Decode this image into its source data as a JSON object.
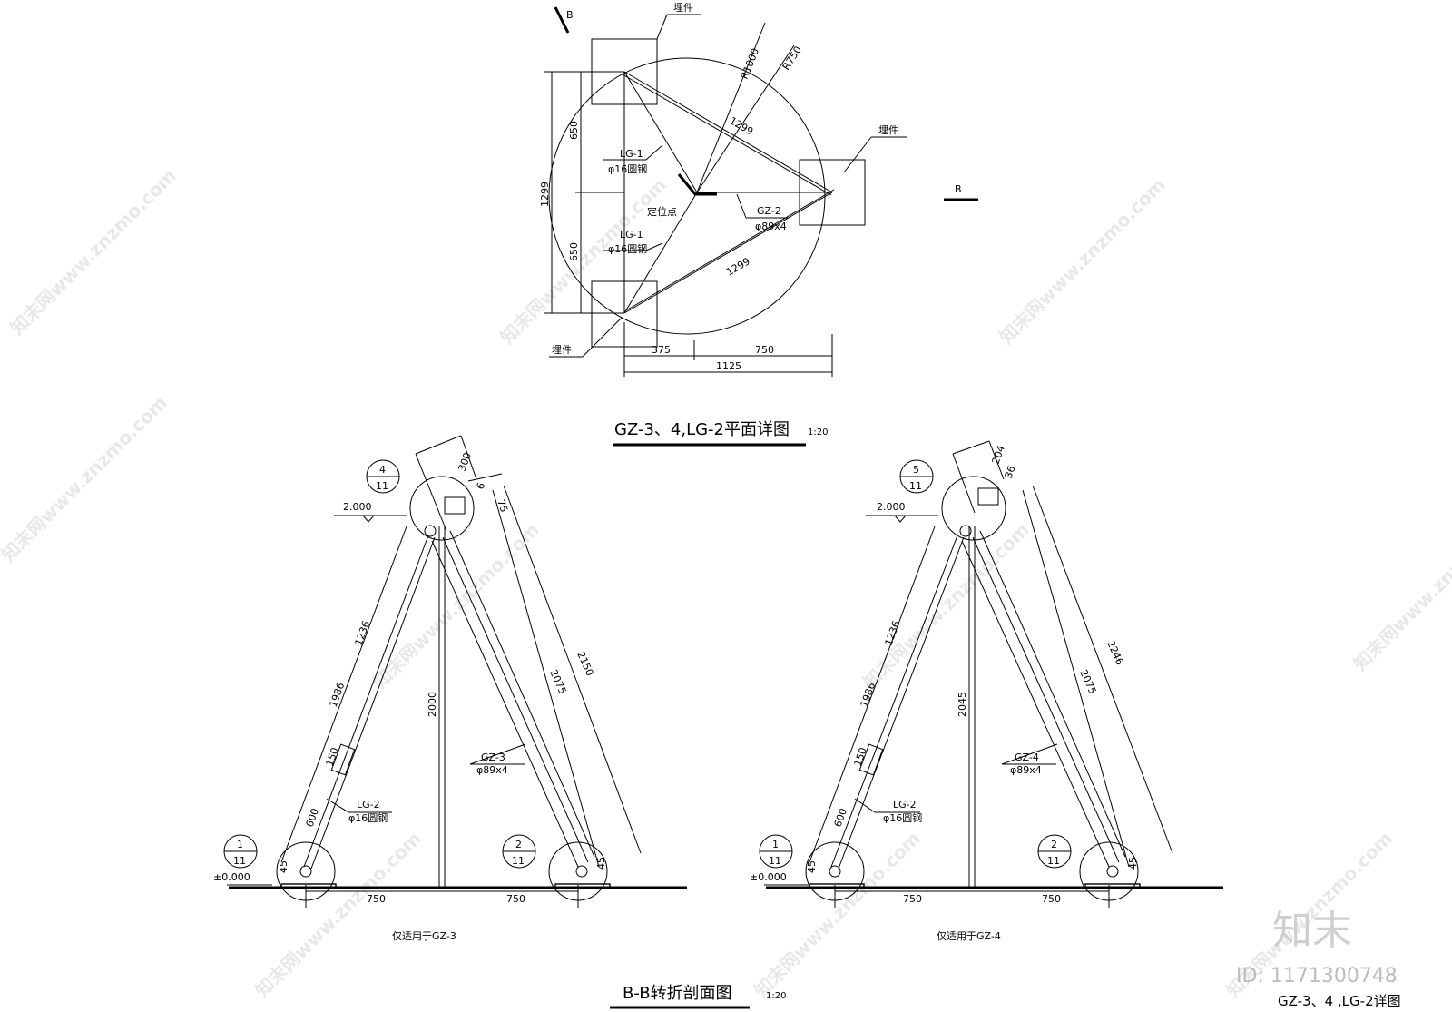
{
  "plan": {
    "title": "GZ-3、4,LG-2平面详图",
    "scale": "1:20",
    "embed_label_1": "埋件",
    "embed_label_2": "埋件",
    "embed_label_3": "埋件",
    "section_mark_top": "B",
    "section_mark_right": "B",
    "radius_outer": "R1000",
    "radius_inner": "R750",
    "dim_1299_top": "1299",
    "dim_1299_bottom": "1299",
    "dim_1299_left": "1299",
    "dim_650_a": "650",
    "dim_650_b": "650",
    "dim_375": "375",
    "dim_750": "750",
    "dim_1125": "1125",
    "lg1_a_name": "LG-1",
    "lg1_a_spec": "φ16圆钢",
    "lg1_b_name": "LG-1",
    "lg1_b_spec": "φ16圆钢",
    "gz2_name": "GZ-2",
    "gz2_spec": "φ89x4",
    "locate_point": "定位点"
  },
  "section": {
    "title": "B-B转折剖面图",
    "scale": "1:20",
    "left": {
      "note": "仅适用于GZ-3",
      "elev_top": "2.000",
      "elev_base": "±0.000",
      "callout_top_num": "4",
      "callout_top_den": "11",
      "callout_left_num": "1",
      "callout_left_den": "11",
      "callout_right_num": "2",
      "callout_right_den": "11",
      "dim_300": "300",
      "dim_6": "6",
      "dim_75": "75",
      "dim_1236": "1236",
      "dim_1986": "1986",
      "dim_150": "150",
      "dim_600": "600",
      "dim_2000": "2000",
      "dim_2150": "2150",
      "dim_2075": "2075",
      "dim_45_l": "45",
      "dim_45_r": "45",
      "dim_750_l": "750",
      "dim_750_r": "750",
      "gz_name": "GZ-3",
      "gz_spec": "φ89x4",
      "lg_name": "LG-2",
      "lg_spec": "φ16圆钢"
    },
    "right": {
      "note": "仅适用于GZ-4",
      "elev_top": "2.000",
      "elev_base": "±0.000",
      "callout_top_num": "5",
      "callout_top_den": "11",
      "callout_left_num": "1",
      "callout_left_den": "11",
      "callout_right_num": "2",
      "callout_right_den": "11",
      "dim_204": "204",
      "dim_36": "36",
      "dim_1236": "1236",
      "dim_1986": "1986",
      "dim_150": "150",
      "dim_600": "600",
      "dim_2045": "2045",
      "dim_2246": "2246",
      "dim_2075": "2075",
      "dim_45_l": "45",
      "dim_45_r": "45",
      "dim_750_l": "750",
      "dim_750_r": "750",
      "gz_name": "GZ-4",
      "gz_spec": "φ89x4",
      "lg_name": "LG-2",
      "lg_spec": "φ16圆钢"
    }
  },
  "footer": {
    "brand": "知末",
    "id_text": "ID: 1171300748",
    "sheet_title": "GZ-3、4 ,LG-2详图"
  },
  "watermark": {
    "text": "知末网www.znzmo.com"
  }
}
